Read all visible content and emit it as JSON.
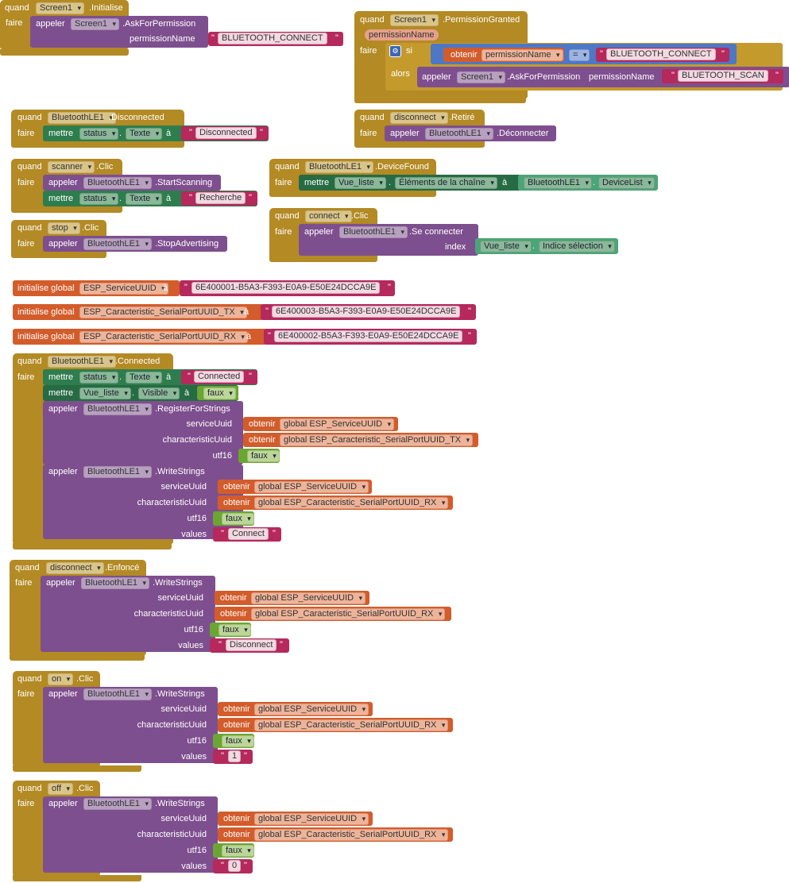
{
  "kw": {
    "when": "quand",
    "do": "faire",
    "call": "appeler",
    "set": "mettre",
    "to": "à",
    "get": "obtenir",
    "if": "si",
    "then": "alors",
    "init_global": "initialise global",
    "false": "faux",
    "eq": "=",
    "dot": "."
  },
  "b1": {
    "comp": "Screen1",
    "event": ".Initialise",
    "call_comp": "Screen1",
    "method": ".AskForPermission",
    "arg_label": "permissionName",
    "arg_val": "BLUETOOTH_CONNECT"
  },
  "b2": {
    "comp": "Screen1",
    "event": ".PermissionGranted",
    "param": "permissionName",
    "get_var": "permissionName",
    "cmp_val": "BLUETOOTH_CONNECT",
    "call_comp": "Screen1",
    "method": ".AskForPermission",
    "arg_label": "permissionName",
    "arg_val": "BLUETOOTH_SCAN"
  },
  "b3": {
    "comp": "BluetoothLE1",
    "event": ".Disconnected",
    "set_comp": "status",
    "prop": "Texte",
    "val": "Disconnected"
  },
  "b4": {
    "comp": "disconnect",
    "event": ".Retiré",
    "call_comp": "BluetoothLE1",
    "method": ".Déconnecter"
  },
  "b5": {
    "comp": "scanner",
    "event": ".Clic",
    "call_comp": "BluetoothLE1",
    "method": ".StartScanning",
    "set_comp": "status",
    "prop": "Texte",
    "val": "Recherche"
  },
  "b6": {
    "comp": "BluetoothLE1",
    "event": ".DeviceFound",
    "set_comp": "Vue_liste",
    "prop": "Éléments de la chaîne",
    "src_comp": "BluetoothLE1",
    "src_prop": "DeviceList"
  },
  "b7": {
    "comp": "stop",
    "event": ".Clic",
    "call_comp": "BluetoothLE1",
    "method": ".StopAdvertising"
  },
  "b8": {
    "comp": "connect",
    "event": ".Clic",
    "call_comp": "BluetoothLE1",
    "method": ".Se connecter",
    "arg_label": "index",
    "src_comp": "Vue_liste",
    "src_prop": "Indice sélection"
  },
  "g1": {
    "name": "ESP_ServiceUUID",
    "val": "6E400001-B5A3-F393-E0A9-E50E24DCCA9E"
  },
  "g2": {
    "name": "ESP_Caracteristic_SerialPortUUID_TX",
    "val": "6E400003-B5A3-F393-E0A9-E50E24DCCA9E"
  },
  "g3": {
    "name": "ESP_Caracteristic_SerialPortUUID_RX",
    "val": "6E400002-B5A3-F393-E0A9-E50E24DCCA9E"
  },
  "b9": {
    "comp": "BluetoothLE1",
    "event": ".Connected",
    "s1_comp": "status",
    "s1_prop": "Texte",
    "s1_val": "Connected",
    "s2_comp": "Vue_liste",
    "s2_prop": "Visible",
    "c1_comp": "BluetoothLE1",
    "c1_method": ".RegisterForStrings",
    "lbl_service": "serviceUuid",
    "lbl_char": "characteristicUuid",
    "lbl_utf16": "utf16",
    "lbl_values": "values",
    "g_service": "global ESP_ServiceUUID",
    "g_tx": "global ESP_Caracteristic_SerialPortUUID_TX",
    "g_rx": "global ESP_Caracteristic_SerialPortUUID_RX",
    "c2_comp": "BluetoothLE1",
    "c2_method": ".WriteStrings",
    "c2_val": "Connect"
  },
  "b10": {
    "comp": "disconnect",
    "event": ".Enfoncé",
    "call_comp": "BluetoothLE1",
    "method": ".WriteStrings",
    "val": "Disconnect"
  },
  "b11": {
    "comp": "on",
    "event": ".Clic",
    "call_comp": "BluetoothLE1",
    "method": ".WriteStrings",
    "val": "1"
  },
  "b12": {
    "comp": "off",
    "event": ".Clic",
    "call_comp": "BluetoothLE1",
    "method": ".WriteStrings",
    "val": "0"
  }
}
